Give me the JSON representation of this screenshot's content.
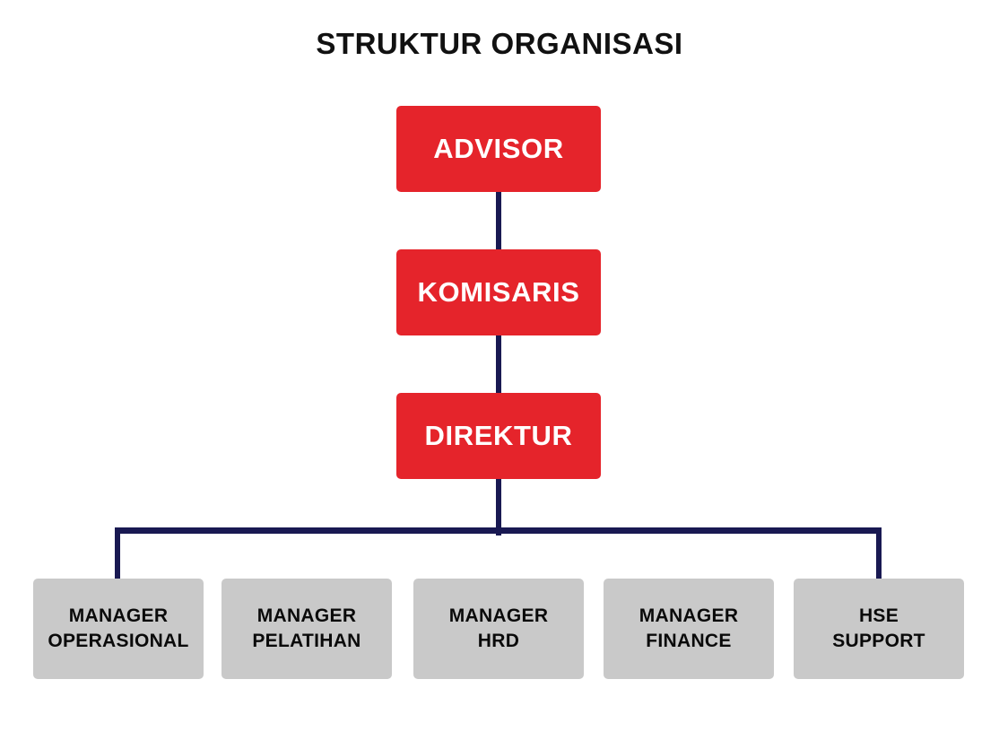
{
  "title": "STRUKTUR ORGANISASI",
  "colors": {
    "background": "#FFFFFF",
    "executive_box": "#E5242B",
    "executive_text": "#FFFFFF",
    "department_box": "#C9C9C9",
    "department_text": "#0A0A0A",
    "connector": "#191952",
    "title_text": "#111111"
  },
  "executives": [
    {
      "label": "ADVISOR"
    },
    {
      "label": "KOMISARIS"
    },
    {
      "label": "DIREKTUR"
    }
  ],
  "departments": [
    {
      "line1": "MANAGER",
      "line2": "OPERASIONAL"
    },
    {
      "line1": "MANAGER",
      "line2": "PELATIHAN"
    },
    {
      "line1": "MANAGER",
      "line2": "HRD"
    },
    {
      "line1": "MANAGER",
      "line2": "FINANCE"
    },
    {
      "line1": "HSE",
      "line2": "SUPPORT"
    }
  ]
}
